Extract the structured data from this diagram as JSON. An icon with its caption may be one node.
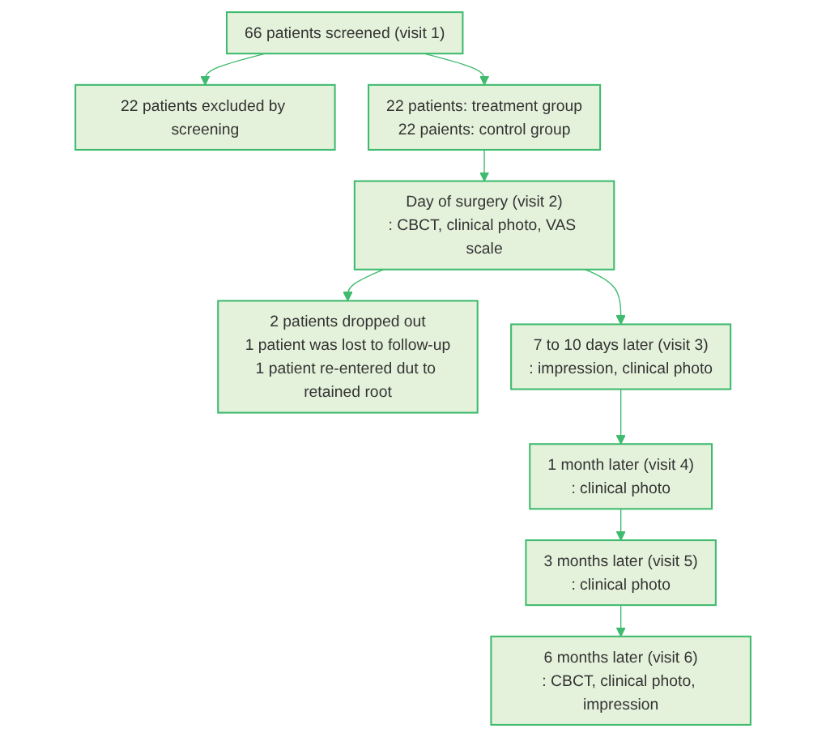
{
  "diagram": {
    "nodes": [
      {
        "text": [
          "66 patients screened (visit 1)"
        ]
      },
      {
        "text": [
          "22 patients excluded by screening"
        ]
      },
      {
        "text": [
          "22 patients: treatment group",
          "22 paients: control group"
        ]
      },
      {
        "text": [
          "Day of surgery (visit 2)",
          ": CBCT, clinical photo, VAS scale"
        ]
      },
      {
        "text": [
          "2 patients dropped out",
          "1 patient was lost to follow-up",
          "1 patient re-entered dut to retained root"
        ]
      },
      {
        "text": [
          "7 to 10 days later (visit 3)",
          ": impression, clinical photo"
        ]
      },
      {
        "text": [
          "1 month later (visit 4)",
          ": clinical photo"
        ]
      },
      {
        "text": [
          "3 months later (visit 5)",
          ": clinical photo"
        ]
      },
      {
        "text": [
          "6 months later (visit 6)",
          ": CBCT, clinical photo, impression"
        ]
      }
    ],
    "edges": [
      {
        "from": 0,
        "to": 2,
        "arrow": "to"
      },
      {
        "from": 0,
        "to": 1,
        "arrow": "to"
      },
      {
        "from": 2,
        "to": 3,
        "arrow": "to"
      },
      {
        "from": 3,
        "to": 5,
        "arrow": "to"
      },
      {
        "from": 3,
        "to": 4,
        "arrow": "to"
      },
      {
        "from": 5,
        "to": 6,
        "arrow": "to"
      },
      {
        "from": 6,
        "to": 7,
        "arrow": "to"
      },
      {
        "from": 7,
        "to": 8,
        "arrow": "to"
      }
    ]
  }
}
